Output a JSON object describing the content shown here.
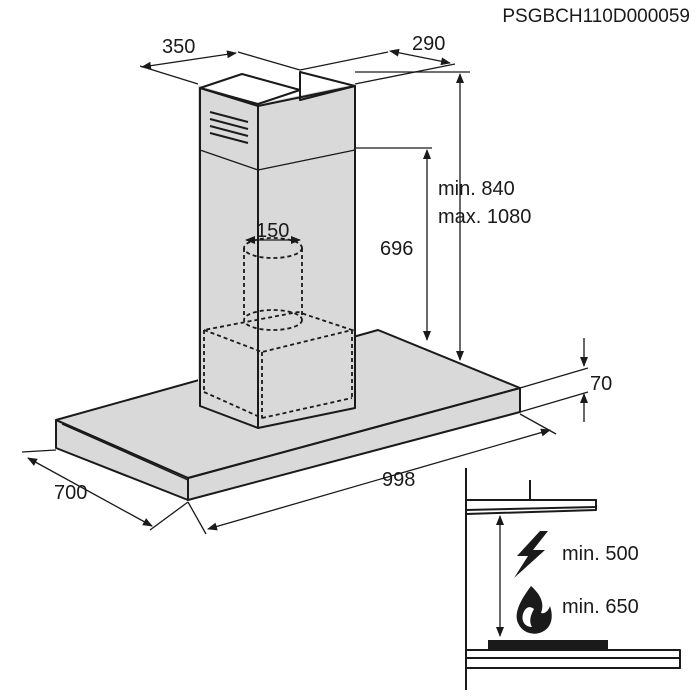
{
  "document_code": "PSGBCH110D000059",
  "dimensions": {
    "chimney_width": "350",
    "chimney_depth": "290",
    "height_min": "min. 840",
    "height_max": "max. 1080",
    "inner_chimney_height": "696",
    "outlet_diameter": "150",
    "canopy_thickness": "70",
    "canopy_width": "998",
    "canopy_depth": "700"
  },
  "clearances": {
    "electric_hob": "min. 500",
    "gas_hob": "min. 650"
  },
  "icons": [
    "lightning-icon",
    "flame-icon"
  ]
}
